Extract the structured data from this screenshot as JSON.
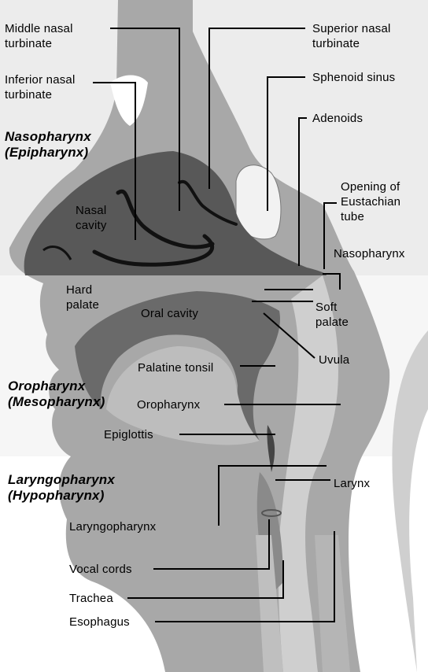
{
  "labels": {
    "middle_nasal_turbinate": "Middle nasal\nturbinate",
    "superior_nasal_turbinate": "Superior nasal\nturbinate",
    "inferior_nasal_turbinate": "Inferior nasal\nturbinate",
    "sphenoid_sinus": "Sphenoid sinus",
    "adenoids": "Adenoids",
    "nasopharynx_region": "Nasopharynx\n(Epipharynx)",
    "opening_eustachian_tube": "Opening of\nEustachian\ntube",
    "nasal_cavity": "Nasal\ncavity",
    "nasopharynx": "Nasopharynx",
    "hard_palate": "Hard\npalate",
    "oral_cavity": "Oral cavity",
    "soft_palate": "Soft\npalate",
    "uvula": "Uvula",
    "palatine_tonsil": "Palatine tonsil",
    "oropharynx_region": "Oropharynx\n(Mesopharynx)",
    "oropharynx": "Oropharynx",
    "epiglottis": "Epiglottis",
    "laryngopharynx_region": "Laryngopharynx\n(Hypopharynx)",
    "larynx": "Larynx",
    "laryngopharynx": "Laryngopharynx",
    "vocal_cords": "Vocal cords",
    "trachea": "Trachea",
    "esophagus": "Esophagus"
  },
  "colors": {
    "background": "#ffffff",
    "band_light": "#e9e9e9",
    "tissue": "#a6a6a6",
    "dark_region": "#555555",
    "oral_dark": "#666666",
    "line": "#000000"
  }
}
